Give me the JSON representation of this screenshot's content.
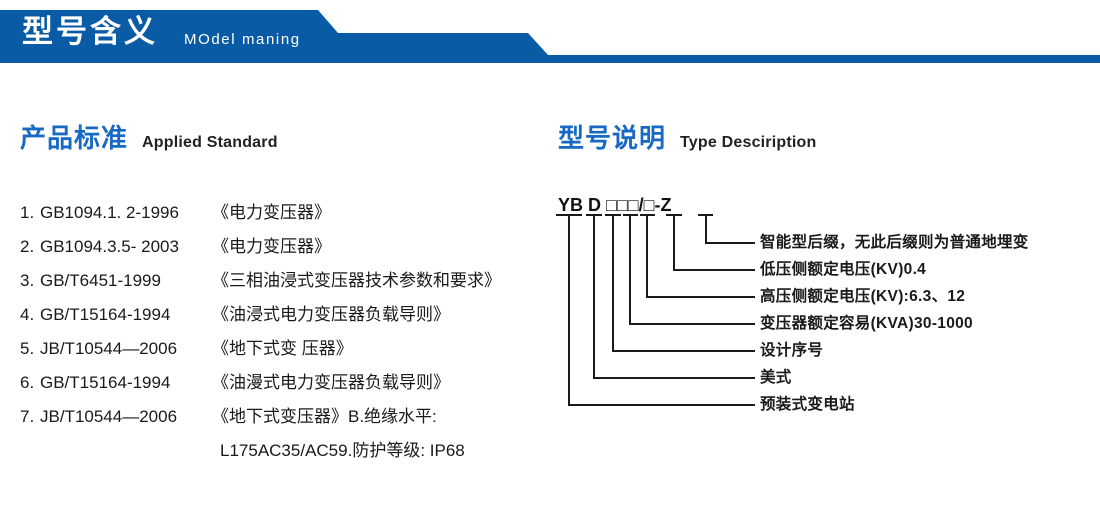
{
  "banner": {
    "title": "型号含义",
    "subtitle": "MOdel maning",
    "color": "#0a5ba6"
  },
  "sections": {
    "standard": {
      "cn": "产品标准",
      "en": "Applied Standard"
    },
    "type": {
      "cn": "型号说明",
      "en": "Type Desciription"
    }
  },
  "standards": {
    "items": [
      {
        "num": "1.",
        "code": "GB1094.1. 2-1996",
        "title": "《电力变压器》"
      },
      {
        "num": "2.",
        "code": "GB1094.3.5- 2003",
        "title": "《电力变压器》"
      },
      {
        "num": "3.",
        "code": "GB/T6451-1999",
        "title": "《三相油浸式变压器技术参数和要求》"
      },
      {
        "num": "4.",
        "code": "GB/T15164-1994",
        "title": "《油浸式电力变压器负载导则》"
      },
      {
        "num": "5.",
        "code": "JB/T10544—2006",
        "title": "《地下式变 压器》"
      },
      {
        "num": "6.",
        "code": "GB/T15164-1994",
        "title": "《油漫式电力变压器负载导则》"
      },
      {
        "num": "7.",
        "code": "JB/T10544—2006",
        "title": "《地下式变压器》B.绝缘水平:"
      }
    ],
    "continuation": "L175AC35/AC59.防护等级: IP68"
  },
  "type_diagram": {
    "code_segments": [
      "YB",
      "D",
      "□",
      "□",
      "□",
      "/□",
      "-Z"
    ],
    "code_text": "YB D □□□/□ - Z",
    "labels": [
      "智能型后缀，无此后缀则为普通地埋变",
      "低压侧额定电压(KV)0.4",
      "高压侧额定电压(KV):6.3、12",
      "变压器额定容易(KVA)30-1000",
      "设计序号",
      "美式",
      "预装式变电站"
    ],
    "line_color": "#1a1a1a"
  }
}
